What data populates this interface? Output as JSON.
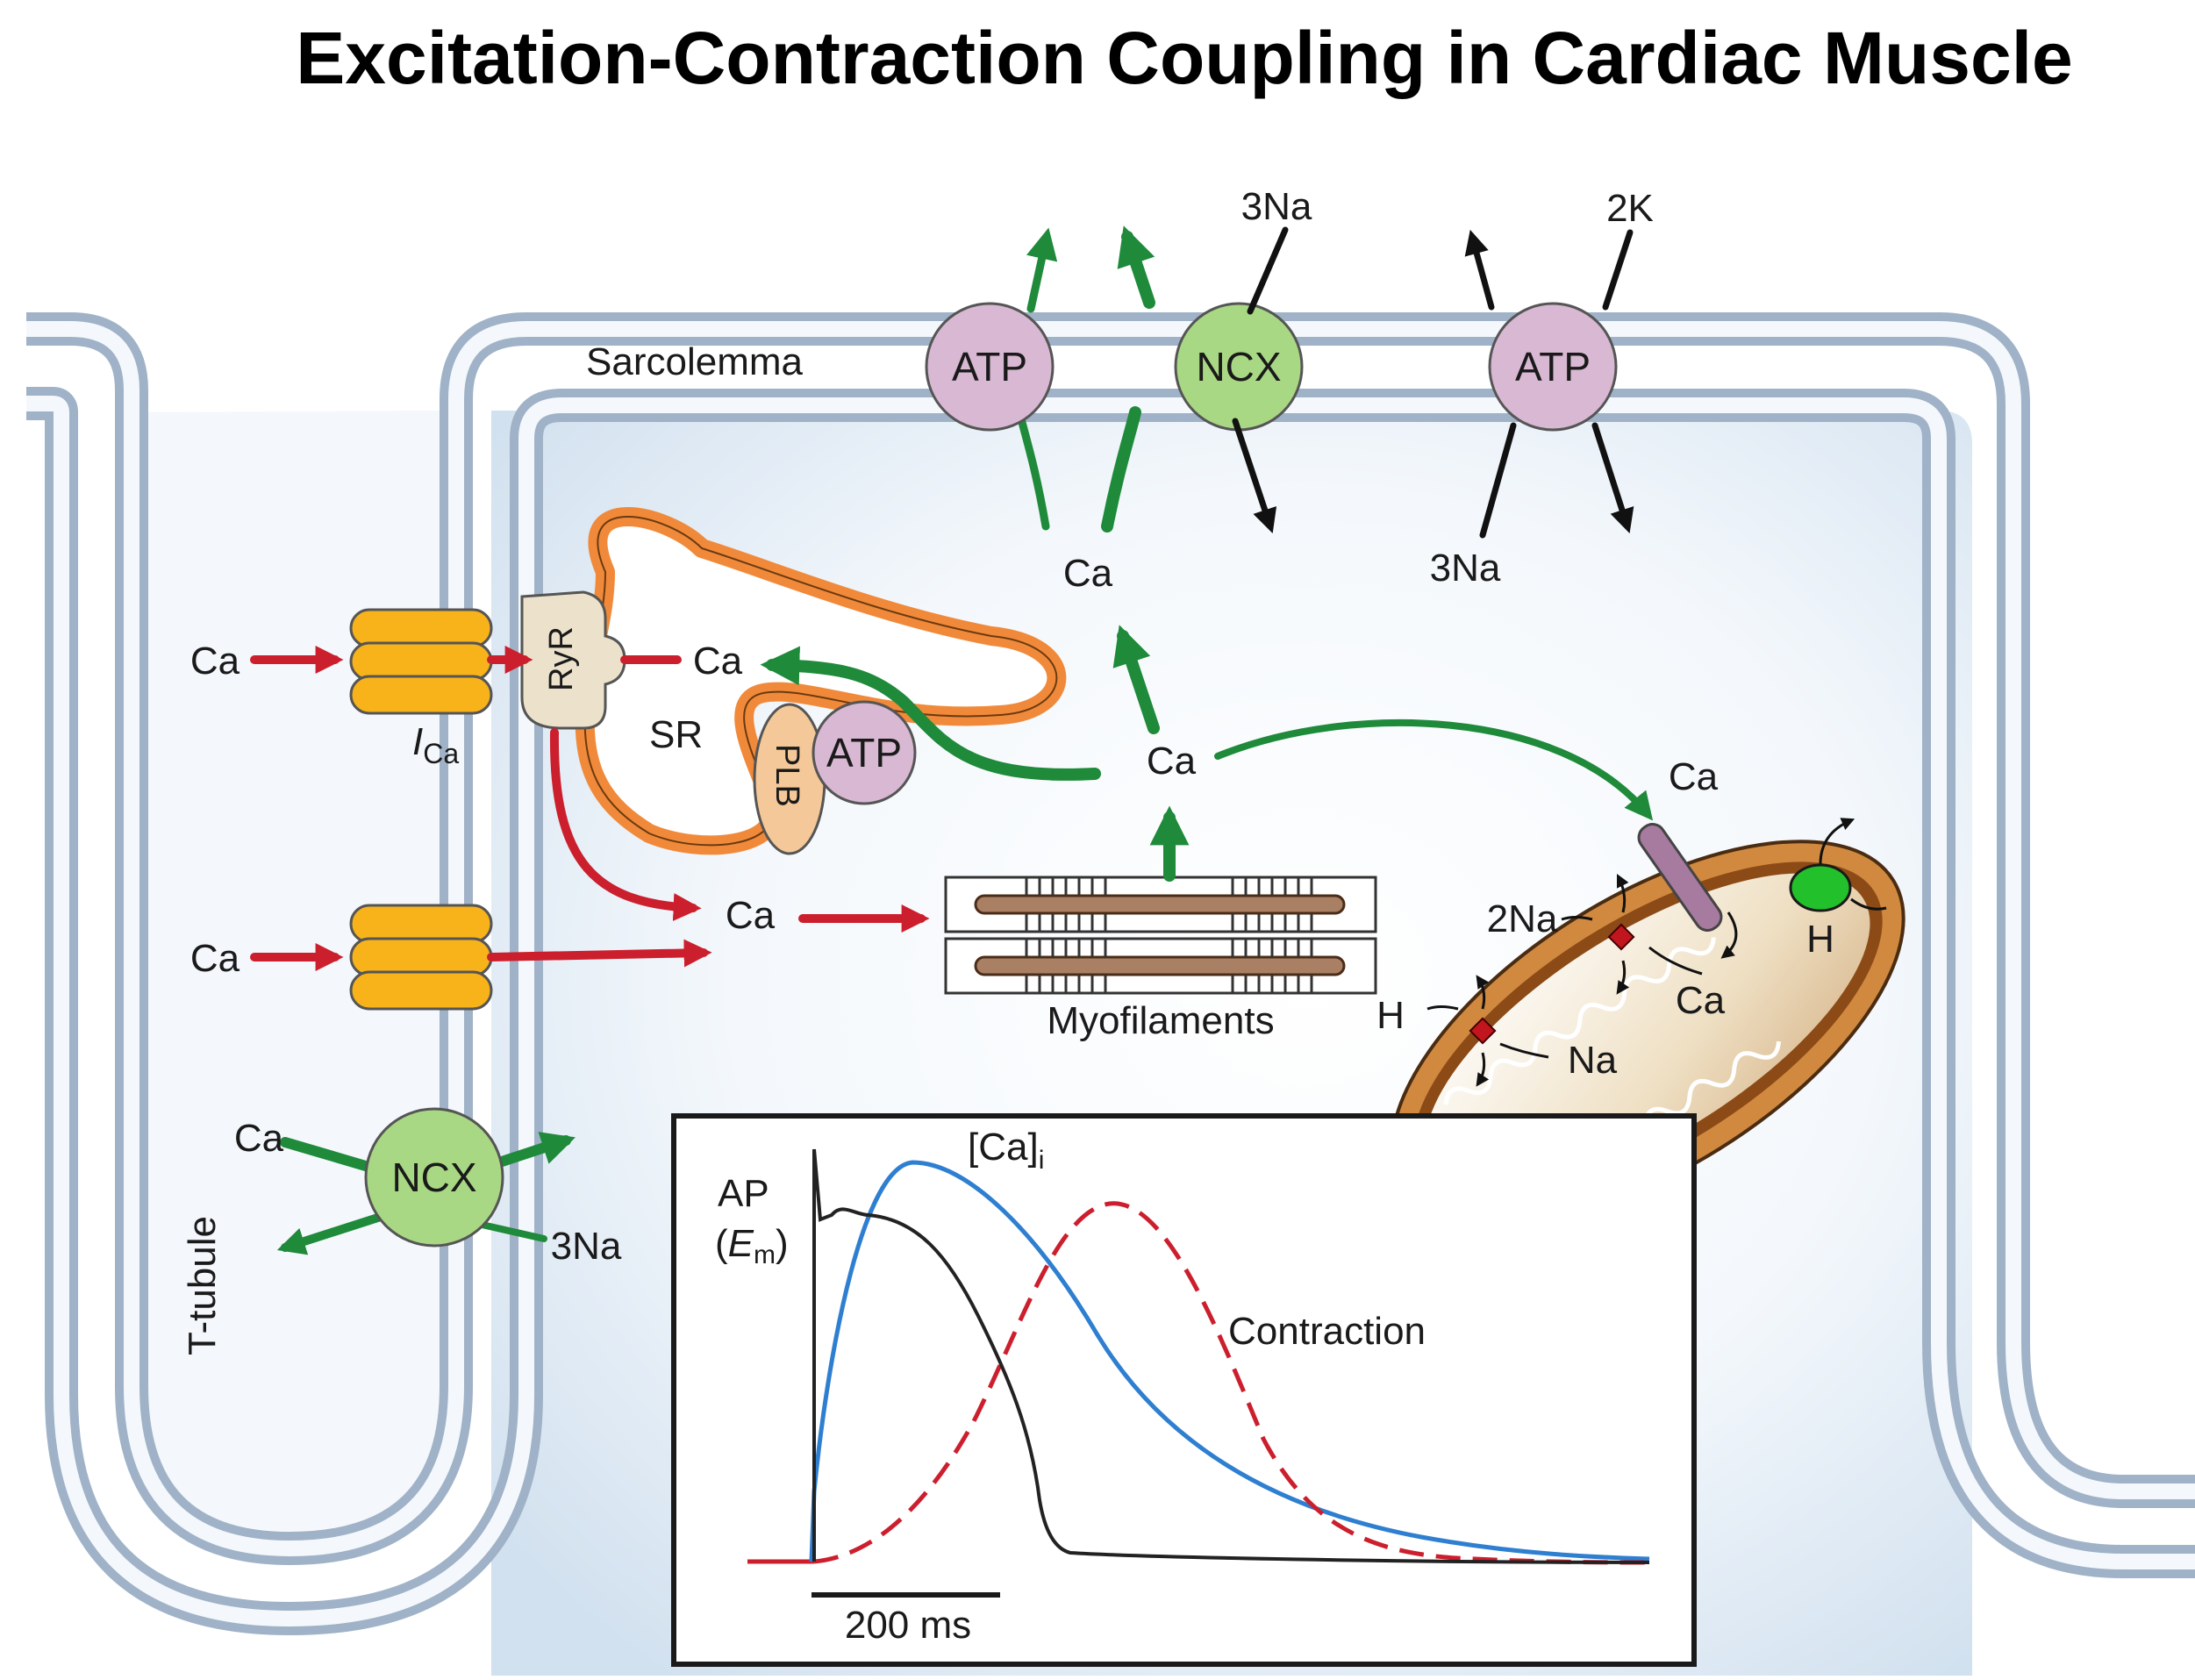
{
  "title": "Excitation-Contraction Coupling in Cardiac Muscle",
  "labels": {
    "sarcolemma": "Sarcolemma",
    "t_tubule": "T-tubule",
    "sr": "SR",
    "ryr": "RyR",
    "plb": "PLB",
    "myofilaments": "Myofilaments",
    "ica_main": "I",
    "ica_sub": "Ca",
    "ca": "Ca",
    "na3": "3Na",
    "k2": "2K",
    "na2": "2Na",
    "na": "Na",
    "h": "H",
    "atp": "ATP",
    "ncx": "NCX"
  },
  "inset": {
    "ap_line1": "AP",
    "ap_line2_open": "(",
    "ap_line2_var": "E",
    "ap_line2_sub": "m",
    "ap_line2_close": ")",
    "cai_main": "[Ca]",
    "cai_sub": "i",
    "contraction": "Contraction",
    "scale_bar": "200 ms"
  },
  "colors": {
    "red_arrow": "#cc1f2d",
    "green_arrow": "#1e8a3a",
    "ap_trace": "#222222",
    "ca_trace": "#2f7fd1",
    "contraction_trace": "#cc1f2d",
    "pump_atp": "#d8b8d2",
    "pump_ncx": "#a8d884",
    "sr_border": "#f08a3a",
    "channel": "#f9b31a",
    "membrane": "#c8d4e2"
  }
}
